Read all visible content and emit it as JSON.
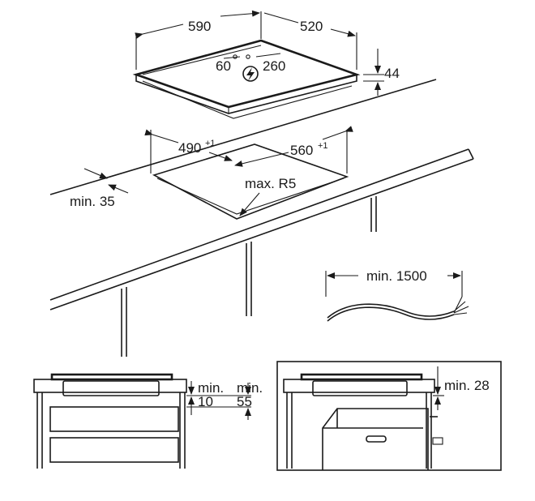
{
  "dimensions": {
    "hob_width": "590",
    "hob_depth": "520",
    "hob_height": "44",
    "terminal_offset": "60",
    "terminal_distance": "260",
    "cutout_width": "490",
    "cutout_width_tolerance": "+1",
    "cutout_depth": "560",
    "cutout_depth_tolerance": "+1",
    "corner_radius": "max. R5",
    "front_clearance": "min. 35",
    "cable_length": "min. 1500",
    "gap_top_label": "min.",
    "gap_top_value": "10",
    "gap_bottom_label": "min.",
    "gap_bottom_value": "55",
    "oven_clearance": "min. 28"
  },
  "icons": {
    "electric": "lightning-bolt-in-circle"
  }
}
